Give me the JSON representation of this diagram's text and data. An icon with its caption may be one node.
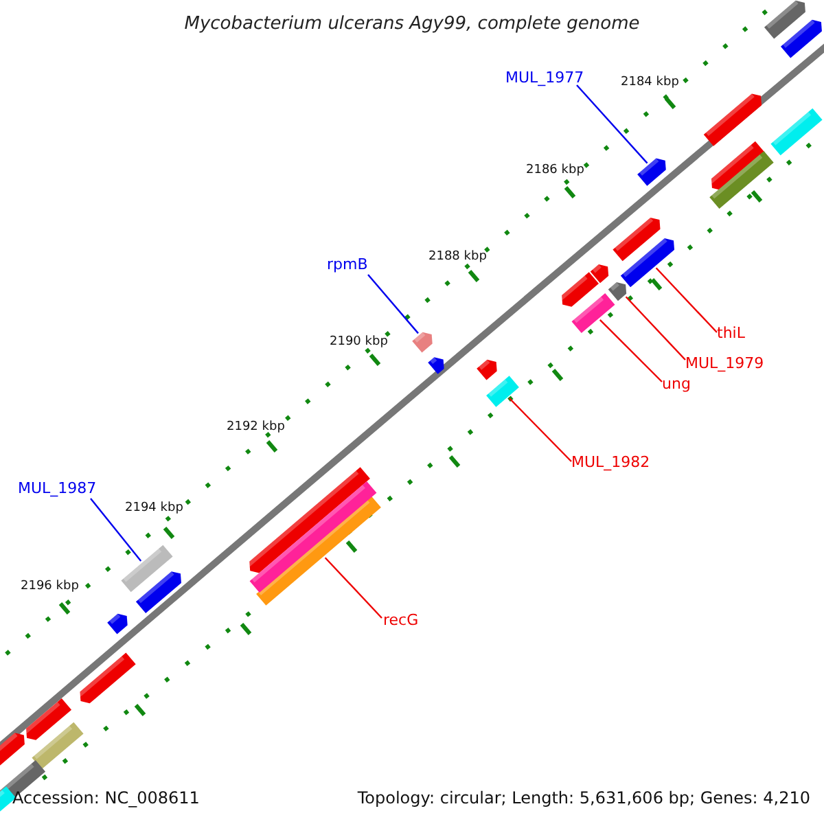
{
  "diagram": {
    "title": "Mycobacterium ulcerans Agy99, complete genome",
    "nodes": [
      {
        "text": [
          "MUL_1977"
        ]
      },
      {
        "text": [
          "rpmB"
        ]
      },
      {
        "text": [
          "thiL"
        ]
      },
      {
        "text": [
          "MUL_1979"
        ]
      },
      {
        "text": [
          "ung"
        ]
      },
      {
        "text": [
          "MUL_1982"
        ]
      },
      {
        "text": [
          "MUL_1987"
        ]
      },
      {
        "text": [
          "recG"
        ]
      },
      {
        "text": [],
        "shape": "bar"
      },
      {
        "text": [],
        "shape": "bar"
      },
      {
        "text": [],
        "shape": "bar"
      },
      {
        "text": [],
        "shape": "bar"
      },
      {
        "text": [],
        "shape": "bar"
      },
      {
        "text": [],
        "shape": "bar"
      },
      {
        "text": [],
        "shape": "bar"
      },
      {
        "text": [],
        "shape": "bar"
      }
    ],
    "edges": [
      {
        "from": 0,
        "to": 8,
        "arrow": "none",
        "color": "#0000ee"
      },
      {
        "from": 1,
        "to": 9,
        "arrow": "none",
        "color": "#0000ee"
      },
      {
        "from": 2,
        "to": 10,
        "arrow": "none"
      },
      {
        "from": 3,
        "to": 11,
        "arrow": "none"
      },
      {
        "from": 4,
        "to": 12,
        "arrow": "none"
      },
      {
        "from": 5,
        "to": 13,
        "arrow": "none"
      },
      {
        "from": 6,
        "to": 14,
        "arrow": "none",
        "color": "#0000ee"
      },
      {
        "from": 7,
        "to": 15,
        "arrow": "none"
      }
    ],
    "labels": [
      "2184 kbp",
      "2186 kbp",
      "2188 kbp",
      "2190 kbp",
      "2192 kbp",
      "2194 kbp",
      "2196 kbp",
      "Accession: NC_008611",
      "Topology: circular; Length: 5,631,606 bp; Genes: 4,210"
    ]
  }
}
